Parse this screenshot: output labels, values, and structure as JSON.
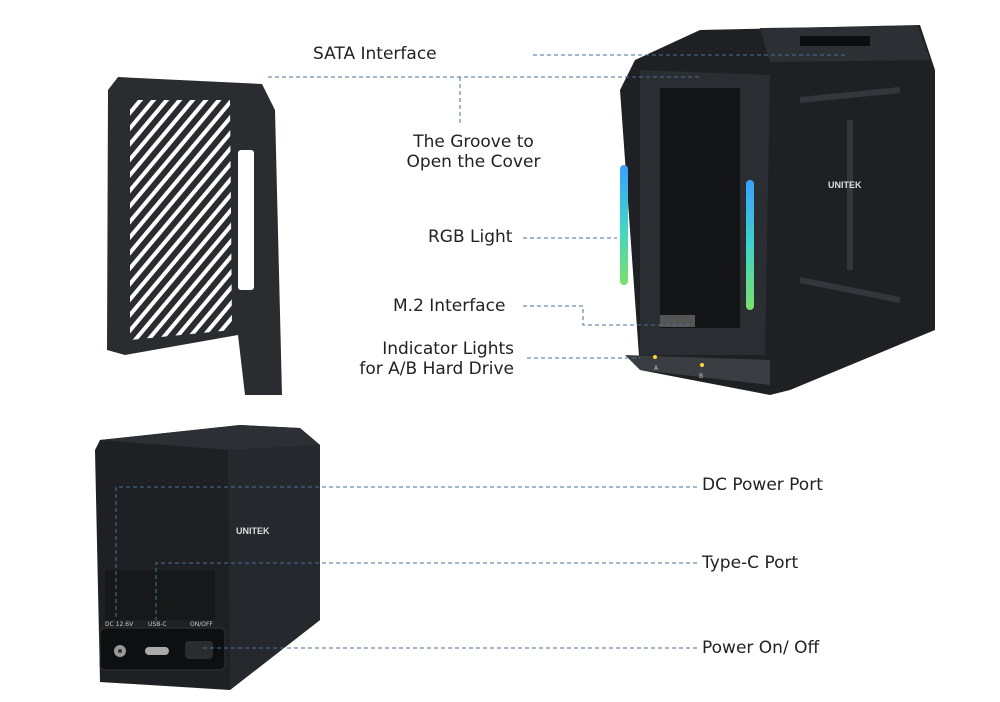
{
  "callouts": {
    "sata": "SATA Interface",
    "groove_line1": "The Groove to",
    "groove_line2": "Open the Cover",
    "rgb": "RGB Light",
    "m2": "M.2 Interface",
    "indicator_line1": "Indicator Lights",
    "indicator_line2": "for A/B Hard Drive",
    "dc": "DC Power Port",
    "typec": "Type-C Port",
    "power": "Power On/ Off"
  },
  "product_labels": {
    "brand": "UNITEK",
    "port_dc": "DC 12.6V",
    "port_usbc": "USB-C",
    "port_switch": "ON/OFF",
    "led_a": "A",
    "led_b": "B"
  },
  "colors": {
    "leader_line": "#4a6f9a",
    "device_body": "#1e2023",
    "rgb_glow": "#3fd3c8"
  }
}
